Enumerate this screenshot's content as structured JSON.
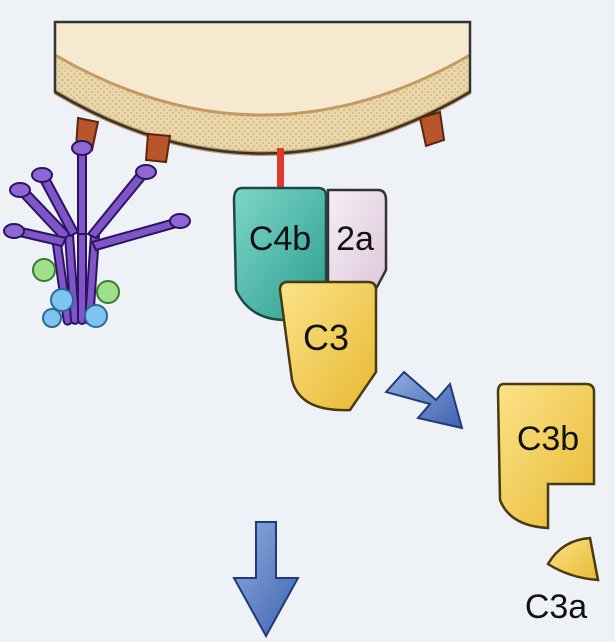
{
  "labels": {
    "c4b": "C4b",
    "c2a": "2a",
    "c3": "C3",
    "c3b": "C3b",
    "c3a": "C3a"
  },
  "colors": {
    "background": "#eef2f6",
    "membrane": "#e8d6a8",
    "membrane_stripe": "#c9a46f",
    "c4b": "#3fb8a8",
    "c2a": "#eadcea",
    "c3": "#f2cf52",
    "arrow": "#5b7fc4",
    "antibody": "#6b3fb0",
    "anchor": "#b8552a"
  }
}
